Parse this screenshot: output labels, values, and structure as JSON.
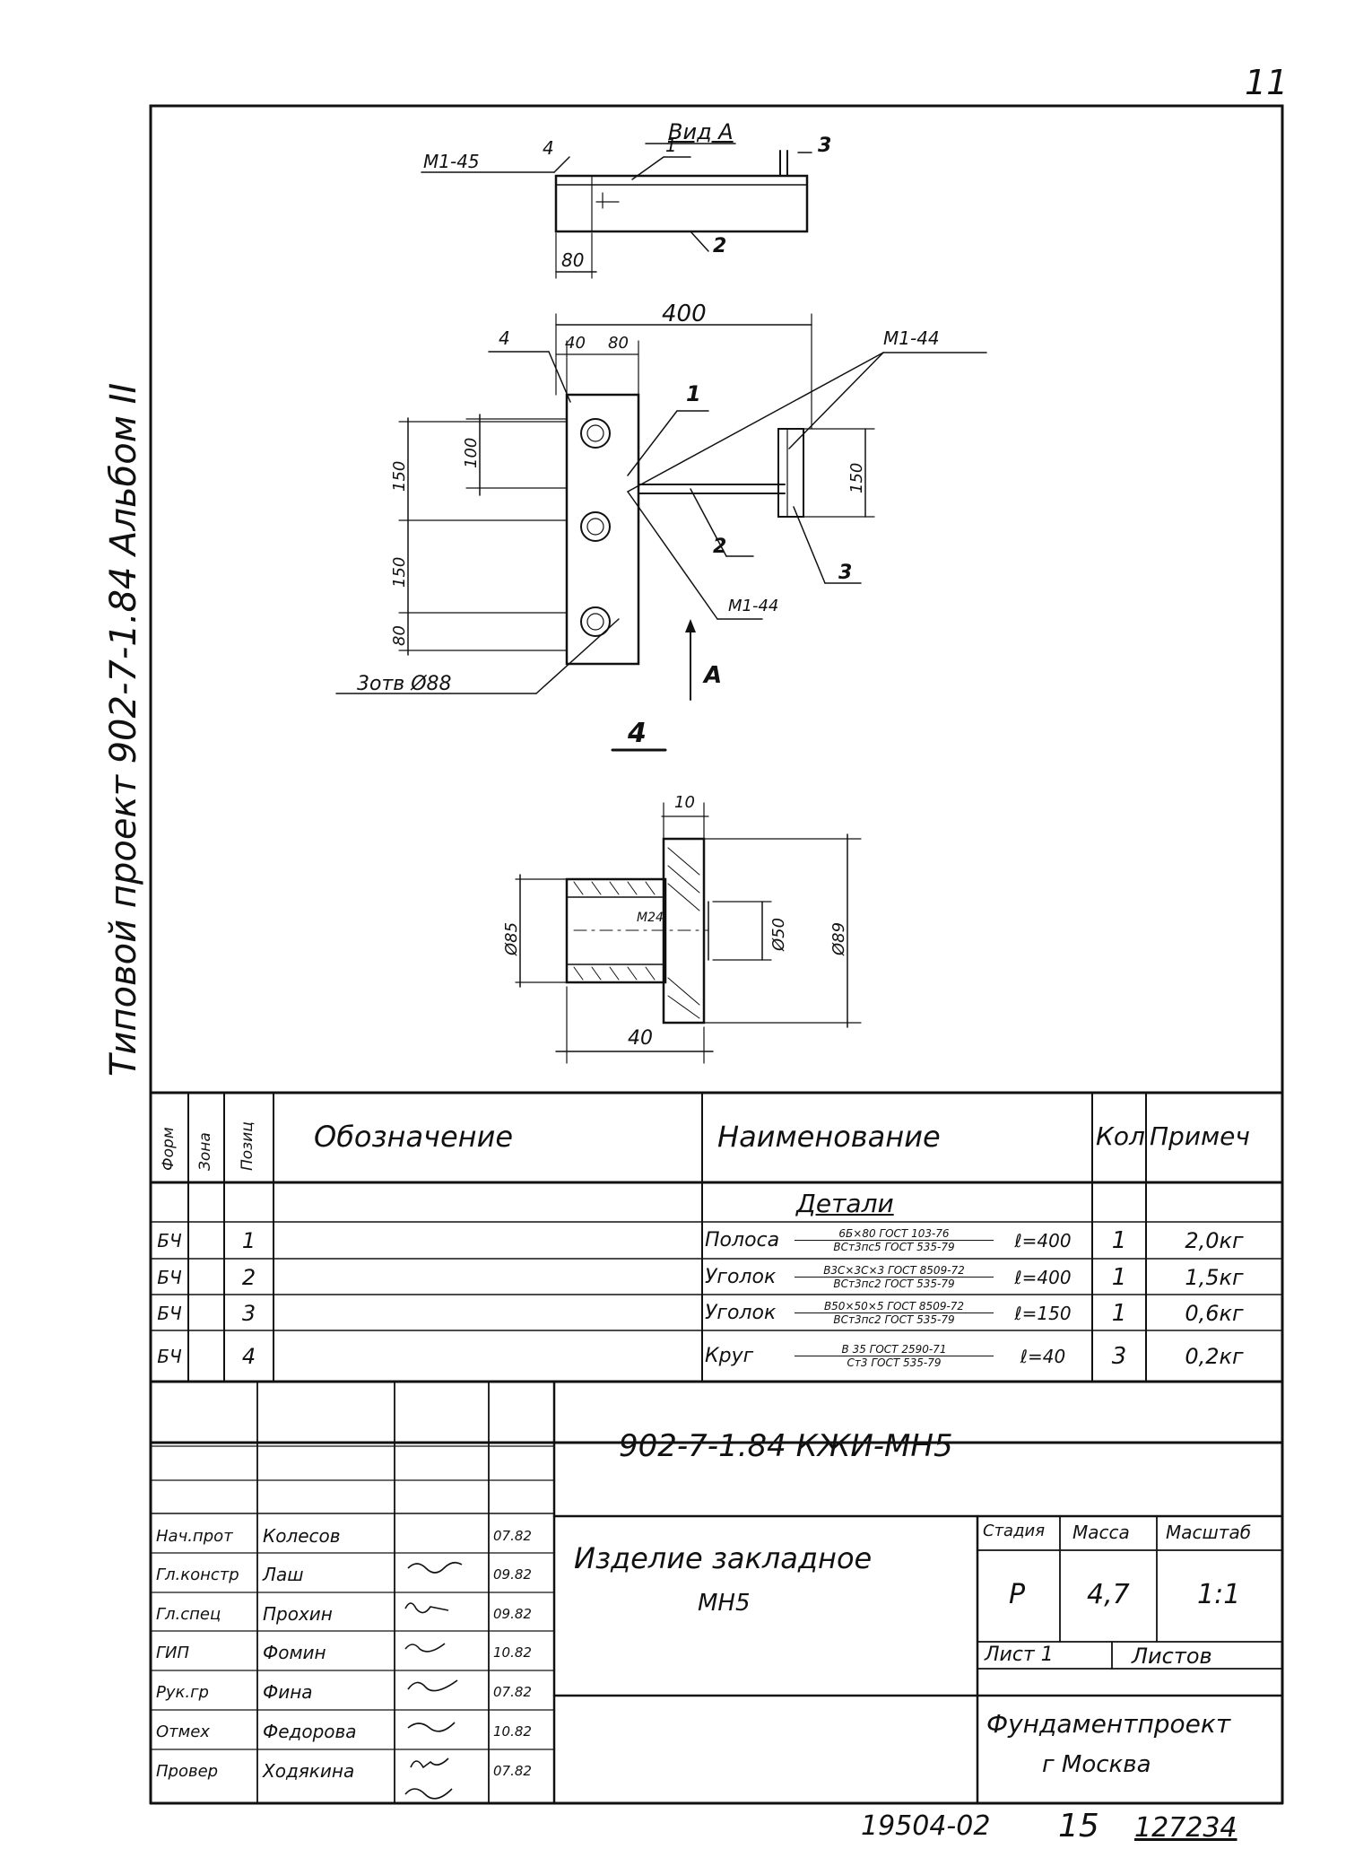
{
  "page_number": "11",
  "side_title": "Типовой проект 902-7-1.84 Альбом II",
  "drawing": {
    "top_view": {
      "label_m1_45": "М1-45",
      "label_4": "4",
      "label_view_a": "Вид А",
      "label_1": "1",
      "label_3": "3",
      "label_2": "2",
      "dim_80": "80"
    },
    "plan_view": {
      "dim_400": "400",
      "label_4": "4",
      "dim_40": "40",
      "dim_80": "80",
      "label_m1_44_top": "М1-44",
      "label_1": "1",
      "dim_100_left": "100",
      "dim_150_left": "150",
      "dim_150_mid": "150",
      "dim_80_left": "80",
      "dim_150_right": "150",
      "label_2": "2",
      "label_3": "3",
      "label_m1_44_bottom": "М1-44",
      "label_holes": "3отв Ø88",
      "label_a": "А"
    },
    "detail": {
      "title": "4",
      "dim_10": "10",
      "dim_d85": "Ø85",
      "dim_thread": "М24",
      "dim_d50": "Ø50",
      "dim_d89": "Ø89",
      "dim_40": "40"
    }
  },
  "spec_table": {
    "headers": {
      "format": "Форм",
      "zone": "Зона",
      "position": "Позиц",
      "designation": "Обозначение",
      "name": "Наименование",
      "qty": "Кол",
      "note": "Примеч"
    },
    "section": "Детали",
    "rows": [
      {
        "format": "БЧ",
        "pos": "1",
        "name_main": "Полоса",
        "name_top": "6Б×80 ГОСТ 103-76",
        "name_bottom": "ВСт3пс5 ГОСТ 535-79",
        "length": "ℓ=400",
        "qty": "1",
        "note": "2,0кг"
      },
      {
        "format": "БЧ",
        "pos": "2",
        "name_main": "Уголок",
        "name_top": "В3С×3С×3 ГОСТ 8509-72",
        "name_bottom": "ВСт3пс2 ГОСТ 535-79",
        "length": "ℓ=400",
        "qty": "1",
        "note": "1,5кг"
      },
      {
        "format": "БЧ",
        "pos": "3",
        "name_main": "Уголок",
        "name_top": "В50×50×5 ГОСТ 8509-72",
        "name_bottom": "ВСт3пс2 ГОСТ 535-79",
        "length": "ℓ=150",
        "qty": "1",
        "note": "0,6кг"
      },
      {
        "format": "БЧ",
        "pos": "4",
        "name_main": "Круг",
        "name_top": "В 35 ГОСТ 2590-71",
        "name_bottom": "Ст3 ГОСТ 535-79",
        "length": "ℓ=40",
        "qty": "3",
        "note": "0,2кг"
      }
    ]
  },
  "title_block": {
    "code": "902-7-1.84   КЖИ-МН5",
    "object_title": "Изделие закладное",
    "object_sub": "МН5",
    "stage_header": "Стадия",
    "mass_header": "Масса",
    "scale_header": "Масштаб",
    "stage": "Р",
    "mass": "4,7",
    "scale": "1:1",
    "sheet": "Лист 1",
    "sheets": "Листов",
    "org_line1": "Фундаментпроект",
    "org_line2": "г Москва",
    "signatures": [
      {
        "role": "Нач.прот",
        "name": "Колесов",
        "date": "07.82"
      },
      {
        "role": "Гл.констр",
        "name": "Лаш",
        "date": "09.82"
      },
      {
        "role": "Гл.спец",
        "name": "Прохин",
        "date": "09.82"
      },
      {
        "role": "ГИП",
        "name": "Фомин",
        "date": "10.82"
      },
      {
        "role": "Рук.гр",
        "name": "Фина",
        "date": "07.82"
      },
      {
        "role": "Отмех",
        "name": "Федорова",
        "date": "10.82"
      },
      {
        "role": "Провер",
        "name": "Ходякина",
        "date": "07.82"
      }
    ]
  },
  "footer": {
    "inv": "19504-02",
    "sheet_no": "15",
    "order": "127234"
  }
}
